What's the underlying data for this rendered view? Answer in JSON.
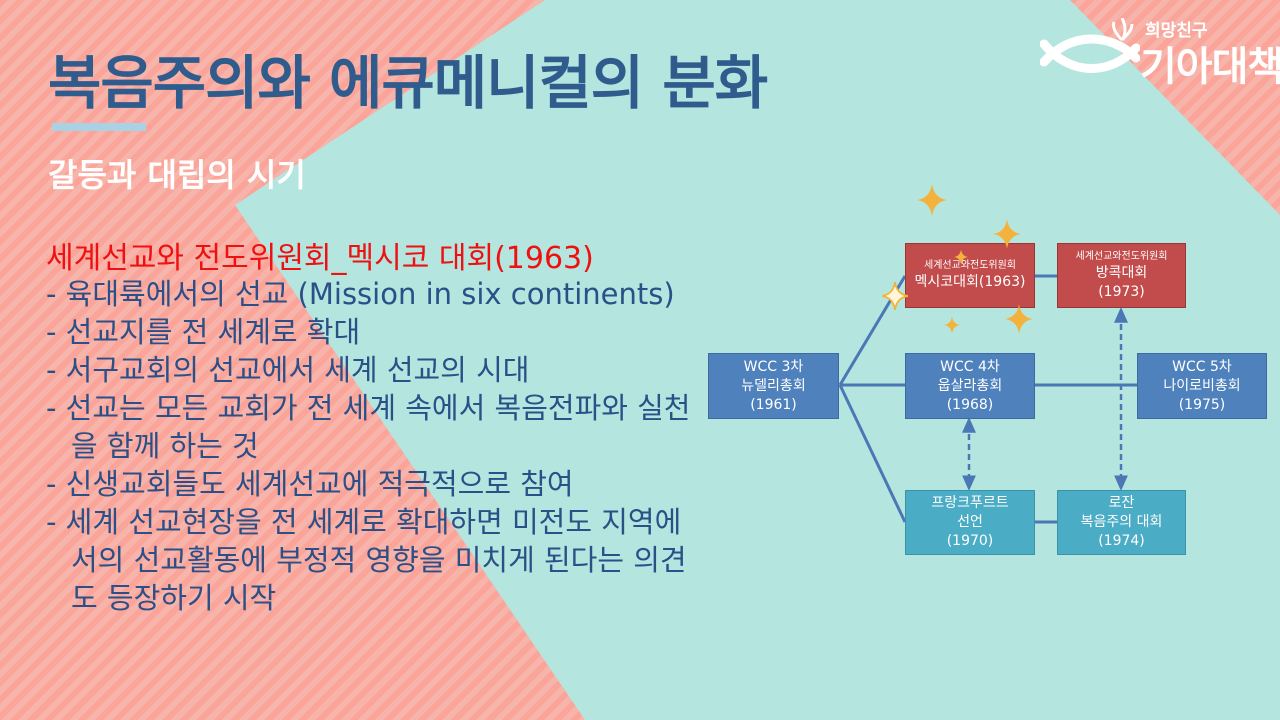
{
  "title": "복음주의와 에큐메니컬의 분화",
  "subtitle": "갈등과 대립의 시기",
  "logo": {
    "small": "희망친구",
    "big": "기아대책"
  },
  "section_heading": "세계선교와 전도위원회_멕시코 대회(1963)",
  "bullets": [
    "- 육대륙에서의 선교 (Mission in six continents)",
    "- 선교지를 전 세계로 확대",
    "- 서구교회의 선교에서 세계 선교의 시대",
    "- 선교는 모든 교회가 전 세계 속에서 복음전파와 실천을 함께 하는 것",
    "- 신생교회들도 세계선교에 적극적으로 참여",
    "- 세계 선교현장을 전 세계로 확대하면 미전도 지역에서의 선교활동에 부정적 영향을 미치게 된다는 의견도 등장하기 시작"
  ],
  "diagram": {
    "nodes": {
      "mexico": {
        "small": "세계선교와전도위원회",
        "lines": [
          "멕시코대회(1963)"
        ]
      },
      "bangkok": {
        "small": "세계선교와전도위원회",
        "lines": [
          "방콕대회",
          "(1973)"
        ]
      },
      "wcc3": {
        "lines": [
          "WCC 3차",
          "뉴델리총회",
          "(1961)"
        ]
      },
      "wcc4": {
        "lines": [
          "WCC 4차",
          "웁살라총회",
          "(1968)"
        ]
      },
      "wcc5": {
        "lines": [
          "WCC 5차",
          "나이로비총회",
          "(1975)"
        ]
      },
      "frankfurt": {
        "lines": [
          "프랑크푸르트",
          "선언",
          "(1970)"
        ]
      },
      "lausanne": {
        "lines": [
          "로잔",
          "복음주의 대회",
          "(1974)"
        ]
      }
    },
    "colors": {
      "red": "#c24b4b",
      "blue": "#4f81bd",
      "teal": "#4bacc6",
      "connector": "#4a78b5",
      "sparkle": "#f4b23c"
    }
  }
}
